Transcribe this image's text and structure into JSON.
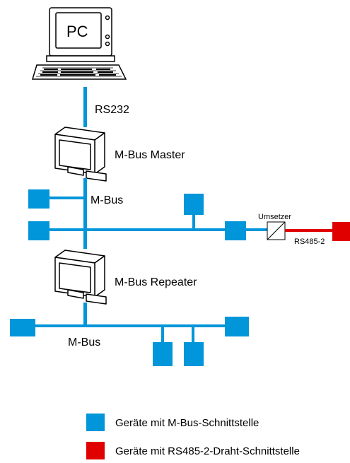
{
  "colors": {
    "mbus": "#0096d9",
    "rs485": "#e00000",
    "line": "#000000",
    "device_fill": "#ffffff"
  },
  "labels": {
    "pc": "PC",
    "rs232": "RS232",
    "mbus_master": "M-Bus Master",
    "mbus_upper": "M-Bus",
    "umsetzer": "Umsetzer",
    "rs485": "RS485-2",
    "mbus_repeater": "M-Bus Repeater",
    "mbus_lower": "M-Bus"
  },
  "legend": {
    "items": [
      {
        "label": "Geräte mit M-Bus-Schnittstelle",
        "color": "#0096d9"
      },
      {
        "label": "Geräte mit RS485-2-Draht-Schnittstelle",
        "color": "#e00000"
      }
    ]
  }
}
